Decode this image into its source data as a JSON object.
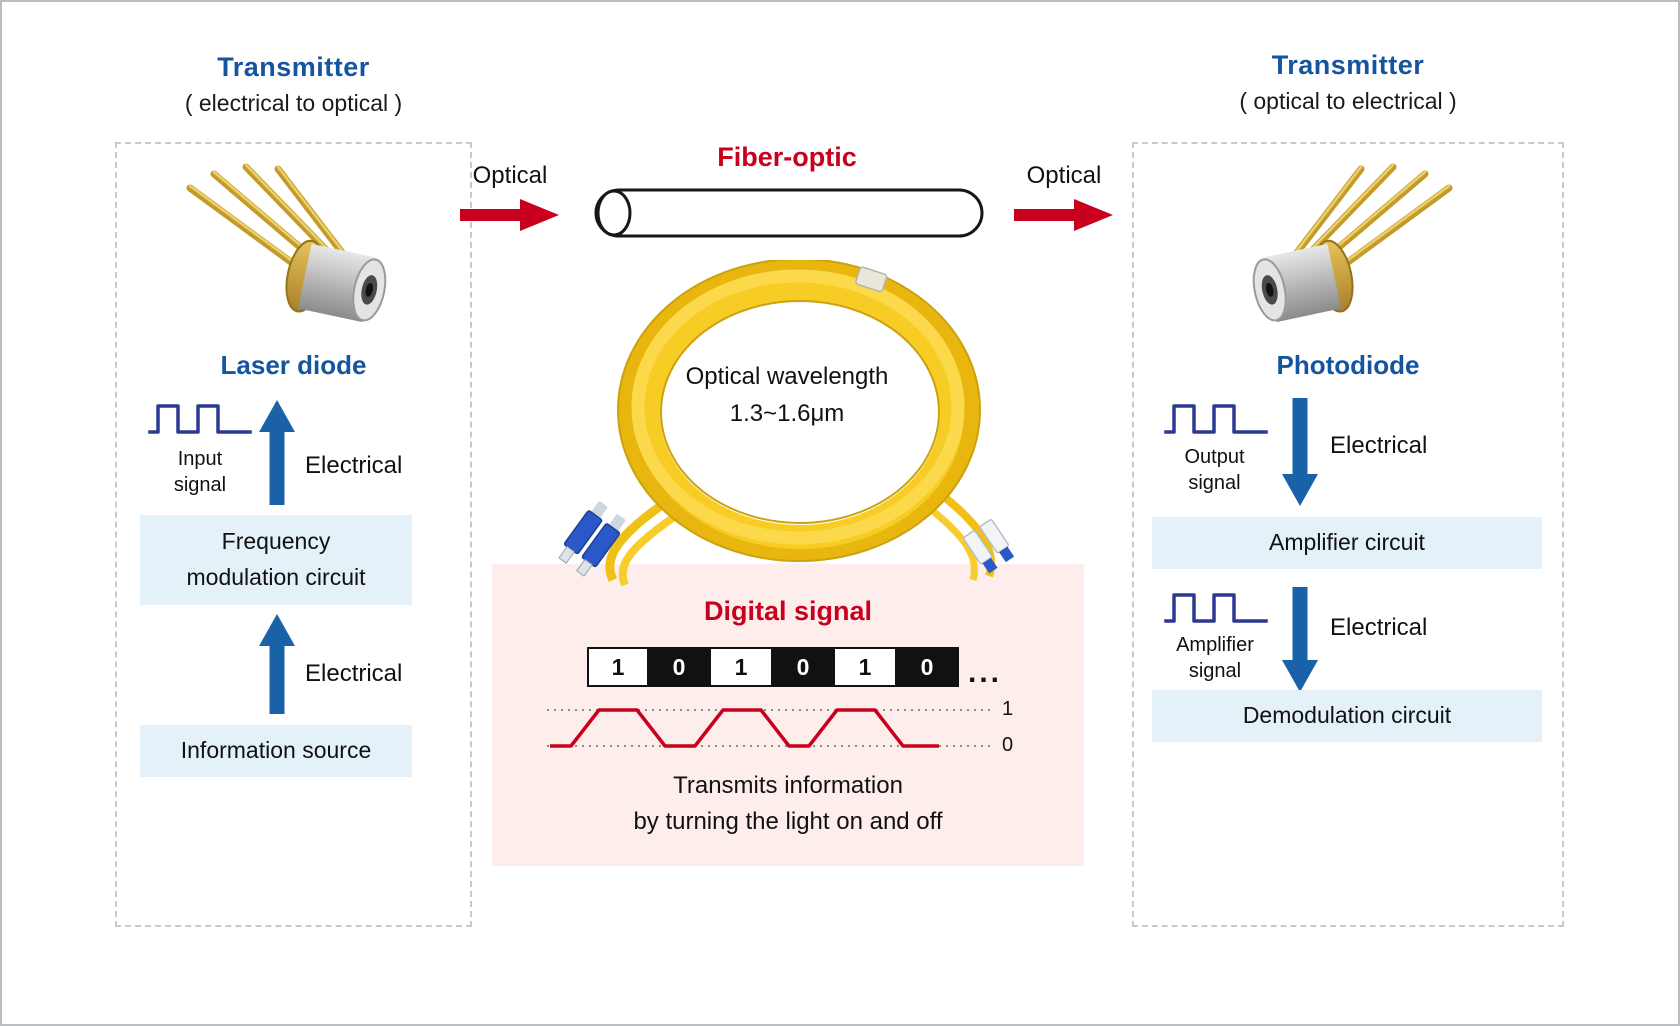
{
  "left": {
    "title": "Transmitter",
    "subtitle": "( electrical to optical )",
    "component": "Laser diode",
    "signal_label": "Input\nsignal",
    "arrow1_label": "Electrical",
    "box1": "Frequency\nmodulation circuit",
    "arrow2_label": "Electrical",
    "box2": "Information source"
  },
  "center": {
    "fiber_title": "Fiber-optic",
    "optical_in": "Optical",
    "optical_out": "Optical",
    "wavelength": "Optical wavelength\n1.3~1.6μm",
    "digital": {
      "title": "Digital signal",
      "bits": [
        "1",
        "0",
        "1",
        "0",
        "1",
        "0"
      ],
      "ellipsis": "...",
      "level_high": "1",
      "level_low": "0",
      "caption": "Transmits information\nby turning the light on and off"
    }
  },
  "right": {
    "title": "Transmitter",
    "subtitle": "( optical to electrical )",
    "component": "Photodiode",
    "signal1_label": "Output\nsignal",
    "arrow1_label": "Electrical",
    "box1": "Amplifier circuit",
    "signal2_label": "Amplifier\nsignal",
    "arrow2_label": "Electrical",
    "box2": "Demodulation circuit"
  },
  "colors": {
    "heading_blue": "#15549f",
    "accent_red": "#c8001e",
    "arrow_blue": "#1a62a8",
    "wave_blue": "#2b3990",
    "light_blue_box": "#e4f1f8",
    "pink_panel": "#fdeeec",
    "cable_yellow": "#f2c41c"
  }
}
